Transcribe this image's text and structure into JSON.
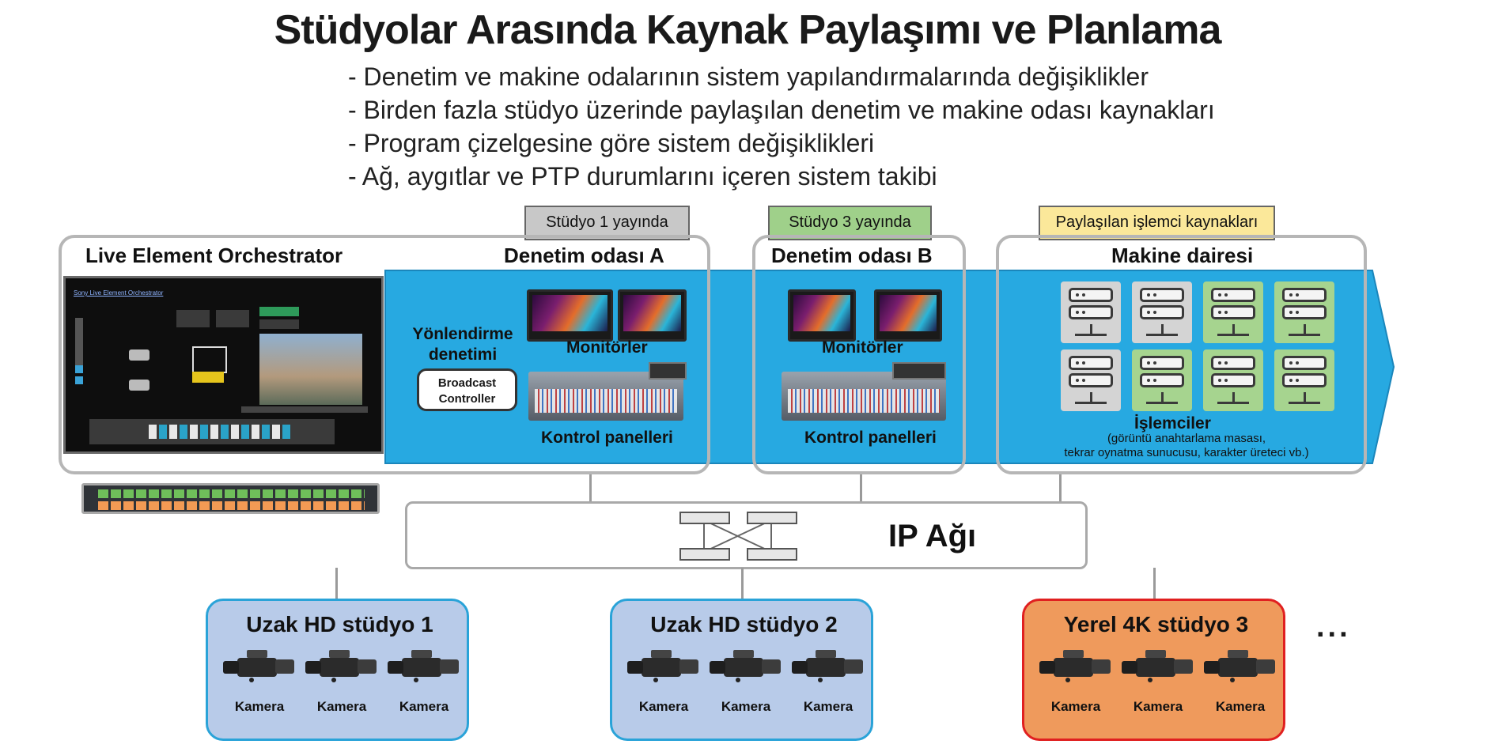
{
  "title": "Stüdyolar Arasında Kaynak Paylaşımı ve Planlama",
  "bullets": [
    "- Denetim ve makine odalarının sistem yapılandırmalarında değişiklikler",
    "- Birden fazla stüdyo üzerinde paylaşılan denetim ve makine odası kaynakları",
    "- Program çizelgesine göre sistem değişiklikleri",
    "- Ağ, aygıtlar ve PTP durumlarını içeren sistem takibi"
  ],
  "tags": {
    "studio1": "Stüdyo 1 yayında",
    "studio3": "Stüdyo 3 yayında",
    "shared": "Paylaşılan işlemci kaynakları"
  },
  "colors": {
    "tag_studio1": "#c8c8c8",
    "tag_studio3": "#9fd08a",
    "tag_shared": "#fbe89a",
    "blue_band": "#27a9e1",
    "server_green": "#a6d48f",
    "server_gray": "#d4d4d4",
    "remote_studio": "#b8cbe9",
    "local_studio": "#ef9a5c"
  },
  "leo": {
    "title": "Live Element Orchestrator",
    "screen_caption": "Sony Live Element Orchestrator"
  },
  "control_a": {
    "title": "Denetim odası A",
    "routing": "Yönlendirme denetimi",
    "routing_box": "Broadcast Controller",
    "monitors": "Monitörler",
    "panels": "Kontrol panelleri"
  },
  "control_b": {
    "title": "Denetim odası B",
    "monitors": "Monitörler",
    "panels": "Kontrol panelleri"
  },
  "machine": {
    "title": "Makine dairesi",
    "processors": "İşlemciler",
    "note1": "(görüntü anahtarlama masası,",
    "note2": "tekrar oynatma sunucusu, karakter üreteci vb.)"
  },
  "network": {
    "label": "IP Ağı"
  },
  "studios": [
    {
      "title": "Uzak HD stüdyo 1",
      "cameras": [
        "Kamera",
        "Kamera",
        "Kamera"
      ]
    },
    {
      "title": "Uzak HD stüdyo 2",
      "cameras": [
        "Kamera",
        "Kamera",
        "Kamera"
      ]
    },
    {
      "title": "Yerel 4K stüdyo 3",
      "cameras": [
        "Kamera",
        "Kamera",
        "Kamera"
      ]
    }
  ],
  "more": "..."
}
